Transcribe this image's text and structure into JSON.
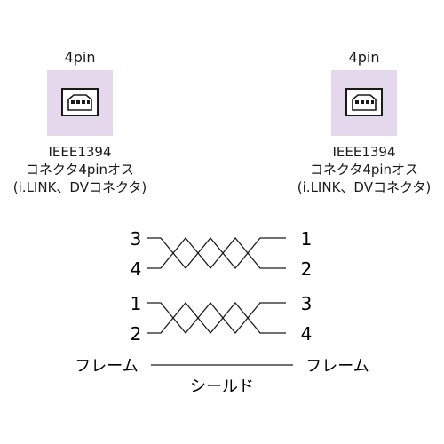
{
  "connectors": [
    {
      "pin_label": "4pin",
      "lines": [
        "IEEE1394",
        "コネクタ4pinオス",
        "(i.LINK、DVコネクタ)"
      ],
      "icon": "firewire-4pin-port-icon"
    },
    {
      "pin_label": "4pin",
      "lines": [
        "IEEE1394",
        "コネクタ4pinオス",
        "(i.LINK、DVコネクタ)"
      ],
      "icon": "firewire-4pin-port-icon"
    }
  ],
  "wiring": {
    "group1": {
      "left_pins": [
        "3",
        "4"
      ],
      "right_pins": [
        "1",
        "2"
      ]
    },
    "group2": {
      "left_pins": [
        "1",
        "2"
      ],
      "right_pins": [
        "3",
        "4"
      ]
    },
    "frame_left": "フレーム",
    "frame_right": "フレーム",
    "shield_label": "シールド"
  },
  "colors": {
    "port_background": "#e6d8ec",
    "line": "#1a1a1a"
  }
}
